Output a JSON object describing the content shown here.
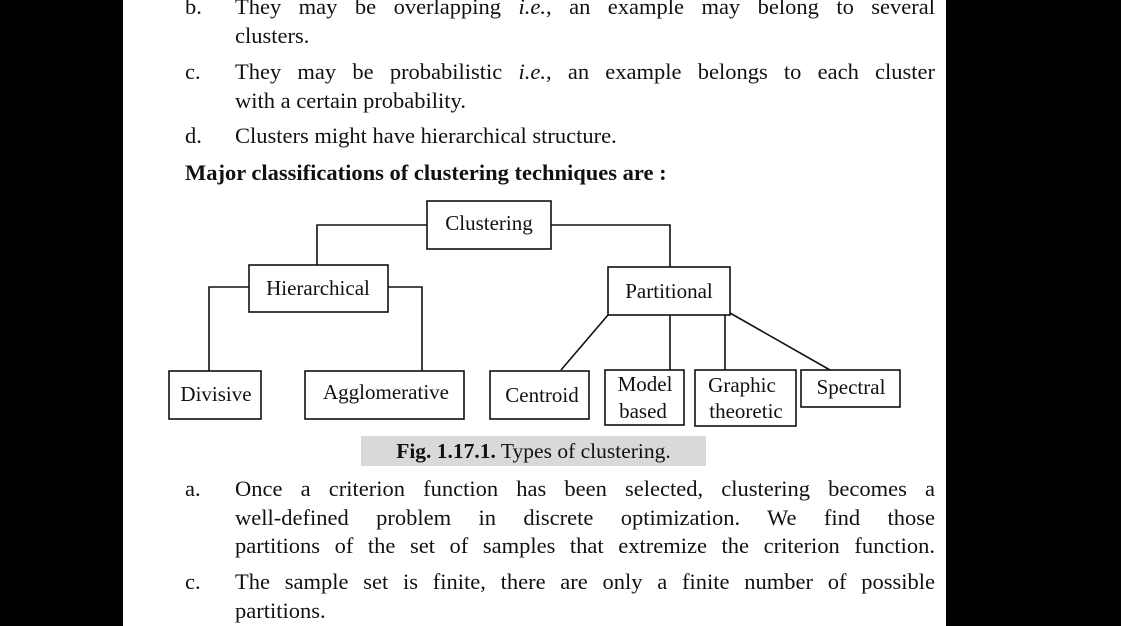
{
  "list_top": [
    {
      "label": "b.",
      "line1_pre": "They may be overlapping ",
      "line1_ie": "i.e.",
      "line1_post": ", an example may belong to several",
      "line2": "clusters."
    },
    {
      "label": "c.",
      "line1_pre": "They may be probabilistic ",
      "line1_ie": "i.e.",
      "line1_post": ", an example belongs to each cluster",
      "line2": "with a certain probability."
    },
    {
      "label": "d.",
      "line1": "Clusters might have hierarchical structure."
    }
  ],
  "heading": "Major classifications of clustering techniques are :",
  "diagram": {
    "root": "Clustering",
    "hierarchical": "Hierarchical",
    "partitional": "Partitional",
    "divisive": "Divisive",
    "agglomerative": "Agglomerative",
    "centroid": "Centroid",
    "model_1": "Model",
    "model_2": "based",
    "graphic_1": "Graphic",
    "graphic_2": "theoretic",
    "spectral": "Spectral"
  },
  "caption": {
    "fig": "Fig. 1.17.1.",
    "text": " Types of clustering."
  },
  "list_bottom": [
    {
      "label": "a.",
      "lines": [
        "Once a criterion function has been selected, clustering becomes a",
        "well-defined problem in discrete optimization. We find those",
        "partitions of the set of samples that extremize the criterion function."
      ]
    },
    {
      "label": "c.",
      "lines": [
        "The sample set is finite, there are only a finite number of possible",
        "partitions."
      ]
    }
  ]
}
